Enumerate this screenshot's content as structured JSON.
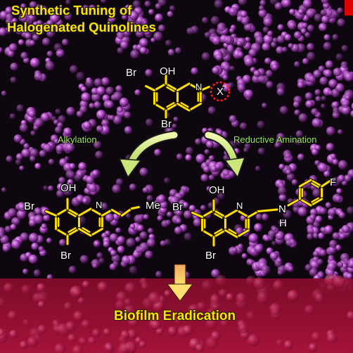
{
  "title": {
    "line1": "Synthetic Tuning of",
    "line2": "Halogenated Quinolines"
  },
  "steps": {
    "left": "Alkylation",
    "right": "Reductive Amination"
  },
  "result": "Biofilm Eradication",
  "top_molecule": {
    "oh": "OH",
    "br_left": "Br",
    "br_bottom": "Br",
    "n": "N",
    "x": "X"
  },
  "left_molecule": {
    "oh": "OH",
    "br_left": "Br",
    "br_bottom": "Br",
    "n": "N",
    "me": "Me"
  },
  "right_molecule": {
    "oh": "OH",
    "br_left": "Br",
    "br_bottom": "Br",
    "n": "N",
    "nh_n": "N",
    "nh_h": "H",
    "f": "F"
  },
  "colors": {
    "title": "#ffe200",
    "bonds": "#ffe000",
    "step_labels": "#9be85a",
    "arrow": "#d8f090",
    "highlight_circle": "#ff2020",
    "background_cells": "#c060d0",
    "bottom_band": "#a8103a",
    "corner_tab": "#e00000"
  }
}
